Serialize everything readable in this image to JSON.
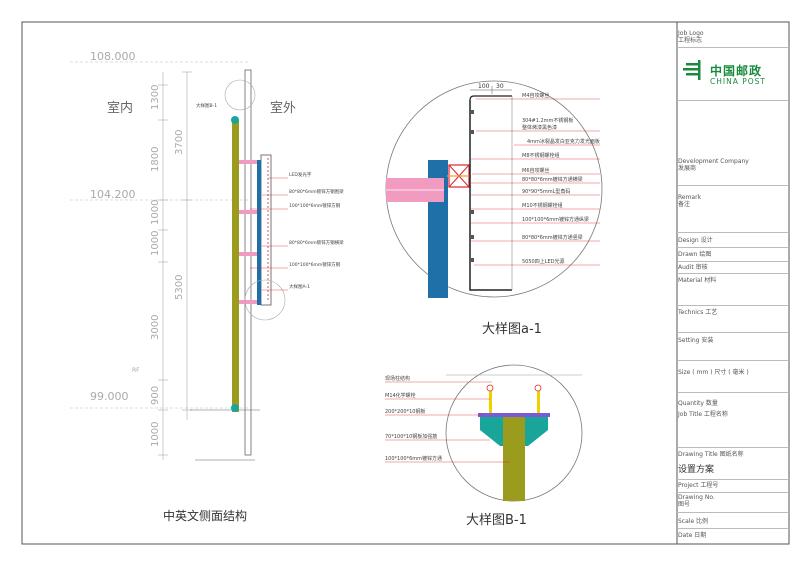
{
  "colors": {
    "frame": "#555555",
    "dim_line": "#999999",
    "olive": "#9b9b1e",
    "pink": "#f29bc0",
    "blue": "#1f6fa8",
    "teal": "#1aa59a",
    "purple": "#7a5bd6",
    "yellow": "#f0d000",
    "red": "#d8262f",
    "orange": "#f39a3a",
    "post_green": "#1a8a3e"
  },
  "section": {
    "left_label": "室内",
    "right_label": "室外",
    "title": "中英文侧面结构",
    "elevation_labels": [
      "108.000",
      "104.200",
      "99.000"
    ],
    "dim_texts": [
      "1300",
      "3700",
      "1800",
      "1000",
      "1000",
      "5300",
      "3000",
      "900",
      "1000"
    ],
    "callouts": [
      "大样图B-1",
      "LED发光字",
      "80*80*6mm镀锌方钢围梁",
      "100*100*6mm镀锌方钢",
      "80*80*6mm镀锌方钢横梁",
      "100*100*6mm镀锌方钢",
      "大样图A-1"
    ],
    "small_mark": "RF"
  },
  "detail_a": {
    "title": "大样图a-1",
    "dims": [
      "100",
      "30"
    ],
    "callouts": [
      "M4自攻螺丝",
      "304#1.2mm不锈钢板",
      "整体烤漆黑色漆",
      "4mm冰裂晶发白亚克力发光面板",
      "M8不锈钢螺栓组",
      "M6自攻螺丝",
      "80*80*6mm镀锌方通横梁",
      "90*90*5mmL型角码",
      "M10不锈钢螺栓组",
      "100*100*6mm镀锌方通纵梁",
      "80*80*6mm镀锌方通竖梁",
      "5050四上LED光源"
    ]
  },
  "detail_b": {
    "title": "大样图B-1",
    "callouts": [
      "现场柱结构",
      "M14化学螺栓",
      "200*200*10钢板",
      "70*100*10钢板加强筋",
      "100*100*6mm镀锌方通"
    ]
  },
  "title_block": {
    "job_logo": "Job Logo",
    "job_logo_cn": "工程标志",
    "logo_cn": "中国邮政",
    "logo_en": "CHINA POST",
    "dev_company": "Development  Company",
    "dev_company_cn": "发展商",
    "remark": "Remark",
    "remark_cn": "备注",
    "design": "Design  设计",
    "drawn": "Drawn  绘图",
    "audit": "Audit  审核",
    "material": "Material  材料",
    "technics": "Technics  工艺",
    "setting": "Setting  安装",
    "size": "Size ( mm )   尺寸 ( 毫米 )",
    "quantity": "Quantity  数量",
    "job_title": "Job Title   工程名称",
    "drawing_title": "Drawing Title    图纸名称",
    "drawing_title_value": "设置方案",
    "project": "Project  工程号",
    "drawing_no": "Drawing No.",
    "drawing_no_cn": "图号",
    "scale": "Scale  比例",
    "date": "Date  日期"
  }
}
